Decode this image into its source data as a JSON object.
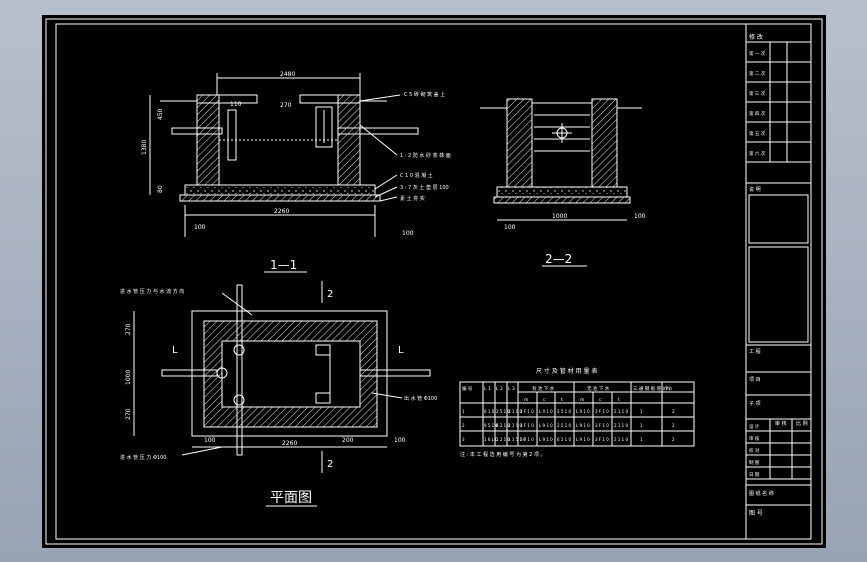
{
  "titles": {
    "section1": "1—1",
    "section2": "2—2",
    "plan": "平面图",
    "section_marker_top": "2",
    "section_marker_bottom": "2"
  },
  "dimensions": {
    "s1_top_width": "2480",
    "s1_bottom_width": "2260",
    "s1_height": "1380",
    "s1_left_upper": "450",
    "s1_left_lower": "80",
    "s1_pipe_offset": "110",
    "s1_top_inner": "270",
    "s1_100_a": "100",
    "s1_100_b": "100",
    "s2_width": "1000",
    "s2_100_a": "100",
    "s2_100_b": "100",
    "plan_270_top": "270",
    "plan_270_bot": "270",
    "plan_mid": "1000",
    "plan_width": "2260",
    "plan_100_left": "100",
    "plan_100_right": "100",
    "plan_200": "200",
    "plan_L_left": "L",
    "plan_L_right": "L"
  },
  "annotations": {
    "a1": "C 5 砖 砌 筑 盖 上",
    "a2": "1 : 2 防 水 砂 浆 抹 面",
    "a3": "C 1 0 混 凝 土",
    "a4": "3 : 7 灰 土 垫 层 100",
    "a5": "素 土 夯 实",
    "p1": "进 水 管 压 力 与 水 流 方 向",
    "p2": "出 水 管 Φ100",
    "p3": "进 水 管 压 力 Φ100"
  },
  "table": {
    "title": "尺 寸 及 管 材 用 量 表",
    "header1": [
      "编 号",
      "L 1",
      "L 2",
      "L 3",
      "有 池 下 水",
      "无 池 下 水",
      "三 通 钢 板 管 (个)",
      "(m)"
    ],
    "header2": [
      "",
      "",
      "",
      "",
      "m",
      "c",
      "t",
      "m",
      "c",
      "t",
      "",
      ""
    ],
    "rows": [
      [
        "1",
        "6 1 0",
        "2 5 1 0",
        "2 1 1 0",
        "3 F 1 0",
        "L 9 1 0",
        "2 5 1 0",
        "L 9 1 0",
        "3 F 1 0",
        "2 1 1 0",
        "1",
        "2"
      ],
      [
        "2",
        "9 5 1 0",
        "6 2 1 0",
        "2 1 1 0",
        "3 F 1 0",
        "L 9 1 0",
        "2 5 1 0",
        "L 9 1 0",
        "3 F 1 0",
        "2 1 1 0",
        "1",
        "2"
      ],
      [
        "3",
        "1 6 L 0",
        "1 2 1 0",
        "1 1 5 1 0",
        "3 F 1 0",
        "L 9 1 0",
        "6 2 1 0",
        "L 9 1 0",
        "3 F 1 0",
        "2 1 1 0",
        "1",
        "2"
      ]
    ],
    "note": "注 : 本 工 程 选 用 编 号 为 第 2 项 。"
  },
  "titleblock": {
    "revision_label": "修 改",
    "rev_rows": [
      "第 一 次",
      "第 二 次",
      "第 三 次",
      "第 四 次",
      "第 五 次",
      "第 六 次"
    ],
    "notes_label": "说 明",
    "project_label": "工 程",
    "project_row2": "项 目",
    "project_row3": "子 项",
    "approval_rows": [
      "设 计",
      "审 核",
      "校 对",
      "制 图",
      "日 期"
    ],
    "approval_extra1": "审 核",
    "approval_extra2": "比 例",
    "drawing_name": "图 纸 名 称",
    "drawing_number": "图 号"
  },
  "colors": {
    "background": "#000000",
    "lines": "#ffffff",
    "frame": "#a3adbb"
  }
}
